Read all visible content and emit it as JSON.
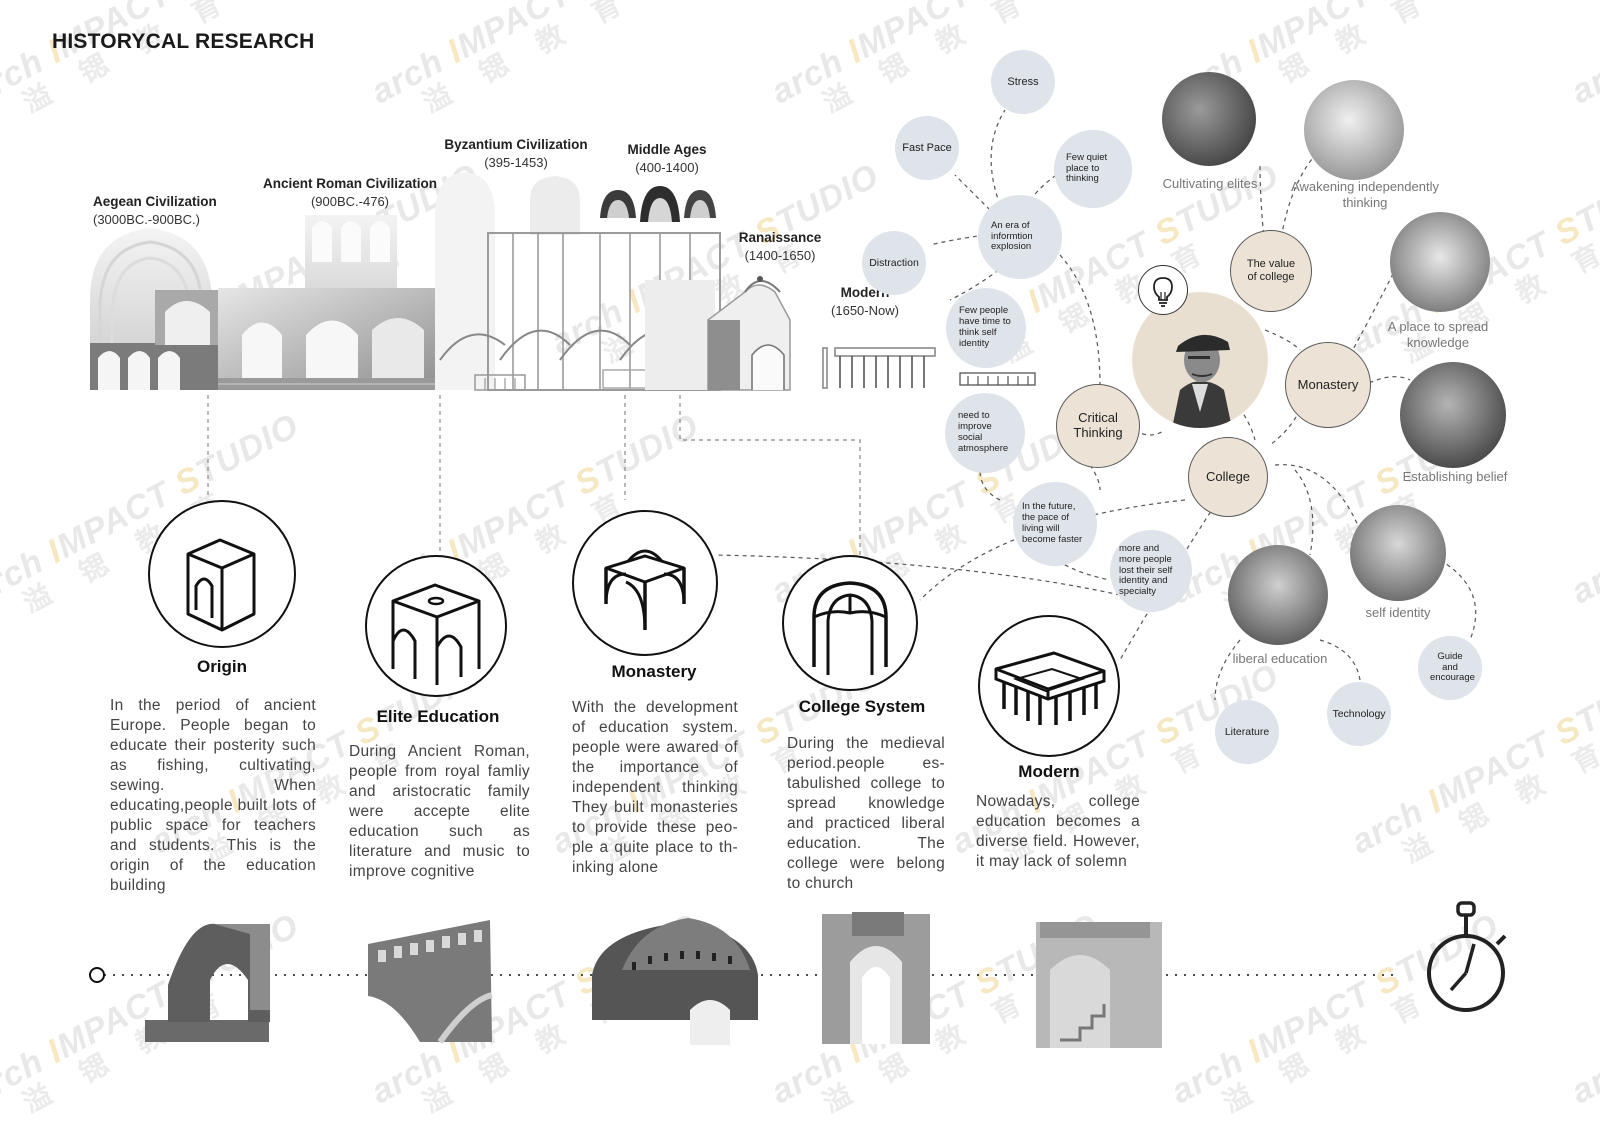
{
  "title": "HISTORYCAL RESEARCH",
  "watermark": {
    "brand_pre": "arch ",
    "brand_accent_i": "I",
    "brand_mid": "MPACT ",
    "brand_accent_s": "S",
    "brand_post": "TUDIO",
    "chinese": "溢 锶 教 育"
  },
  "eras": [
    {
      "name": "Aegean Civilization",
      "years": "(3000BC.-900BC.)"
    },
    {
      "name": "Ancient Roman Civilization",
      "years": "(900BC.-476)"
    },
    {
      "name": "Byzantium Civilization",
      "years": "(395-1453)"
    },
    {
      "name": "Middle Ages",
      "years": "(400-1400)"
    },
    {
      "name": "Ranaissance",
      "years": "(1400-1650)"
    },
    {
      "name": "Modern",
      "years": "(1650-Now)"
    }
  ],
  "mindmap": {
    "stress": "Stress",
    "fast_pace": "Fast Pace",
    "few_quiet": "Few quiet place to thinking",
    "era_info": "An era of informtion explosion",
    "distraction": "Distraction",
    "few_people_time": "Few people have time to think self identity",
    "need_improve": "need to improve social atmosphere",
    "critical_thinking": "Critical Thinking",
    "future_pace": "In the future, the pace of living will become faster",
    "more_people_lost": "more and more people lost their self identity and specialty",
    "value_college": "The value of college",
    "monastery": "Monastery",
    "college": "College",
    "guide": "Guide and encourage",
    "literature": "Literature",
    "technology": "Technology",
    "captions": {
      "cultivating": "Cultivating elites",
      "awakening": "Awakening independently thinking",
      "spread": "A place to spread knowledge",
      "belief": "Establishing belief",
      "self_identity": "self identity",
      "liberal": "liberal education"
    }
  },
  "stages": [
    {
      "title": "Origin",
      "text": "In the period of ancient Europe. People began to educate their posterity such as fishing, cultivating, sewing. When educating,people built lots of public space for teachers and students. This is the origin of the education building"
    },
    {
      "title": "Elite Education",
      "text": "During Ancient Roman, people from royal famliy and aristocratic family were accepte elite education such as literature and music to improve cognitive"
    },
    {
      "title": "Monastery",
      "text": "With the development of education system. people were awared of the importance of independent thinking They built monasteries to provide these peo-ple a quite place to th-inking alone"
    },
    {
      "title": "College System",
      "text": "During the medieval period.people es-tabulished college to spread knowledge and practiced liberal education. The college were belong to church"
    },
    {
      "title": "Modern",
      "text": "Nowadays, college education becomes a diverse field. However, it may lack of  solemn"
    }
  ],
  "colors": {
    "bubble_grey": "#dfe3ea",
    "bubble_beige": "#ece3d6",
    "ink": "#111111"
  },
  "icons": [
    "lightbulb-icon",
    "stopwatch-icon",
    "timeline-start-icon"
  ]
}
